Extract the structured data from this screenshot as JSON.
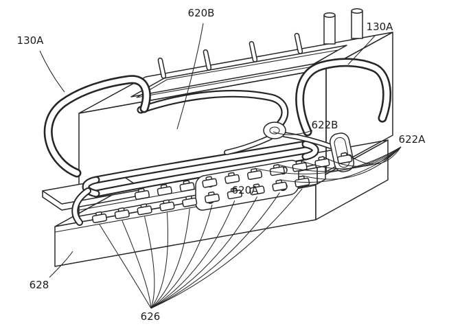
{
  "figure": {
    "kind": "patent-line-drawing",
    "background": "#ffffff",
    "line_color": "#262626",
    "labels": {
      "l620B": "620B",
      "l130A_left": "130A",
      "l130A_right": "130A",
      "l622B": "622B",
      "l622A": "622A",
      "l620A": "620A",
      "l628": "628",
      "l626": "626"
    }
  }
}
